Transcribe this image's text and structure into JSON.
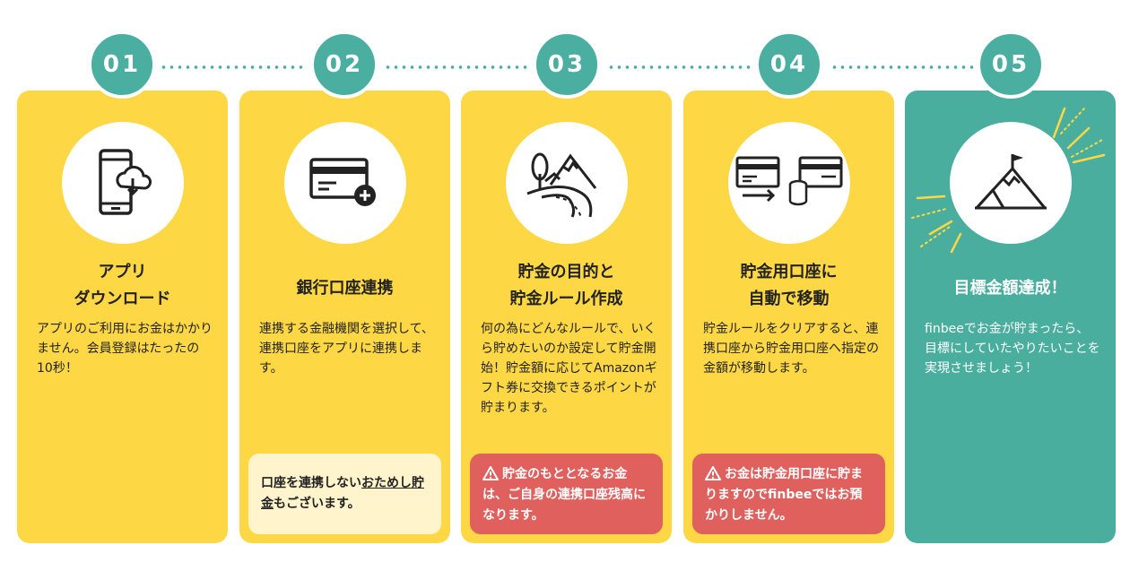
{
  "steps": [
    {
      "number": "01",
      "title_line1": "アプリ",
      "title_line2": "ダウンロード",
      "description": "アプリのご利用にお金はかかりません。会員登録はたったの10秒！",
      "icon": "smartphone-download-icon"
    },
    {
      "number": "02",
      "title_line1": "銀行口座連携",
      "description": "連携する金融機関を選択して、連携口座をアプリに連携します。",
      "note_before": "口座を連携しない",
      "note_link": "おためし貯金",
      "note_after": "もございます。",
      "icon": "card-add-icon"
    },
    {
      "number": "03",
      "title_line1": "貯金の目的と",
      "title_line2": "貯金ルール作成",
      "description": "何の為にどんなルールで、いくら貯めたいのか設定して貯金開始！貯金額に応じてAmazonギフト券に交換できるポイントが貯まります。",
      "note": "貯金のもととなるお金は、ご自身の連携口座残高になります。",
      "icon": "mountain-road-icon"
    },
    {
      "number": "04",
      "title_line1": "貯金用口座に",
      "title_line2": "自動で移動",
      "description": "貯金ルールをクリアすると、連携口座から貯金用口座へ指定の金額が移動します。",
      "note": "お金は貯金用口座に貯まりますのでfinbeeではお預かりしません。",
      "icon": "card-transfer-coins-icon"
    },
    {
      "number": "05",
      "title_line1": "目標金額達成！",
      "description": "finbeeでお金が貯まったら、目標にしていたやりたいことを実現させましょう！",
      "icon": "mountain-flag-icon"
    }
  ],
  "colors": {
    "yellow": "#fdd844",
    "teal": "#4aae9f",
    "red": "#e0605d",
    "cream": "#fff4cc"
  }
}
